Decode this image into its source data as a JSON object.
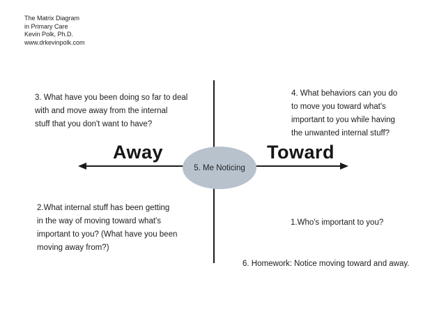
{
  "header": {
    "title": "The Matrix Diagram",
    "subtitle": "in Primary Care",
    "author": "Kevin Polk, Ph.D.",
    "website": "www.drkevinpolk.com"
  },
  "axes": {
    "left_label": "Away",
    "right_label": "Toward"
  },
  "center": {
    "label": "5. Me Noticing"
  },
  "quadrants": {
    "top_left": "3. What have you been doing so far to deal\nwith and move away from the internal\nstuff that you don't want to have?",
    "top_right": "4. What behaviors can you do\nto move you toward what's\nimportant to you while having\nthe unwanted internal stuff?",
    "bottom_left": "2.What internal stuff has been getting\nin the way of moving toward what's\nimportant to you? (What have you been\nmoving away from?)",
    "bottom_right": "1.Who's important to you?"
  },
  "footer": {
    "homework": "6. Homework: Notice moving toward and away."
  },
  "colors": {
    "background": "#ffffff",
    "line": "#1b1b1b",
    "text": "#1c1c1c",
    "ellipse_fill": "#b8c2cc"
  }
}
